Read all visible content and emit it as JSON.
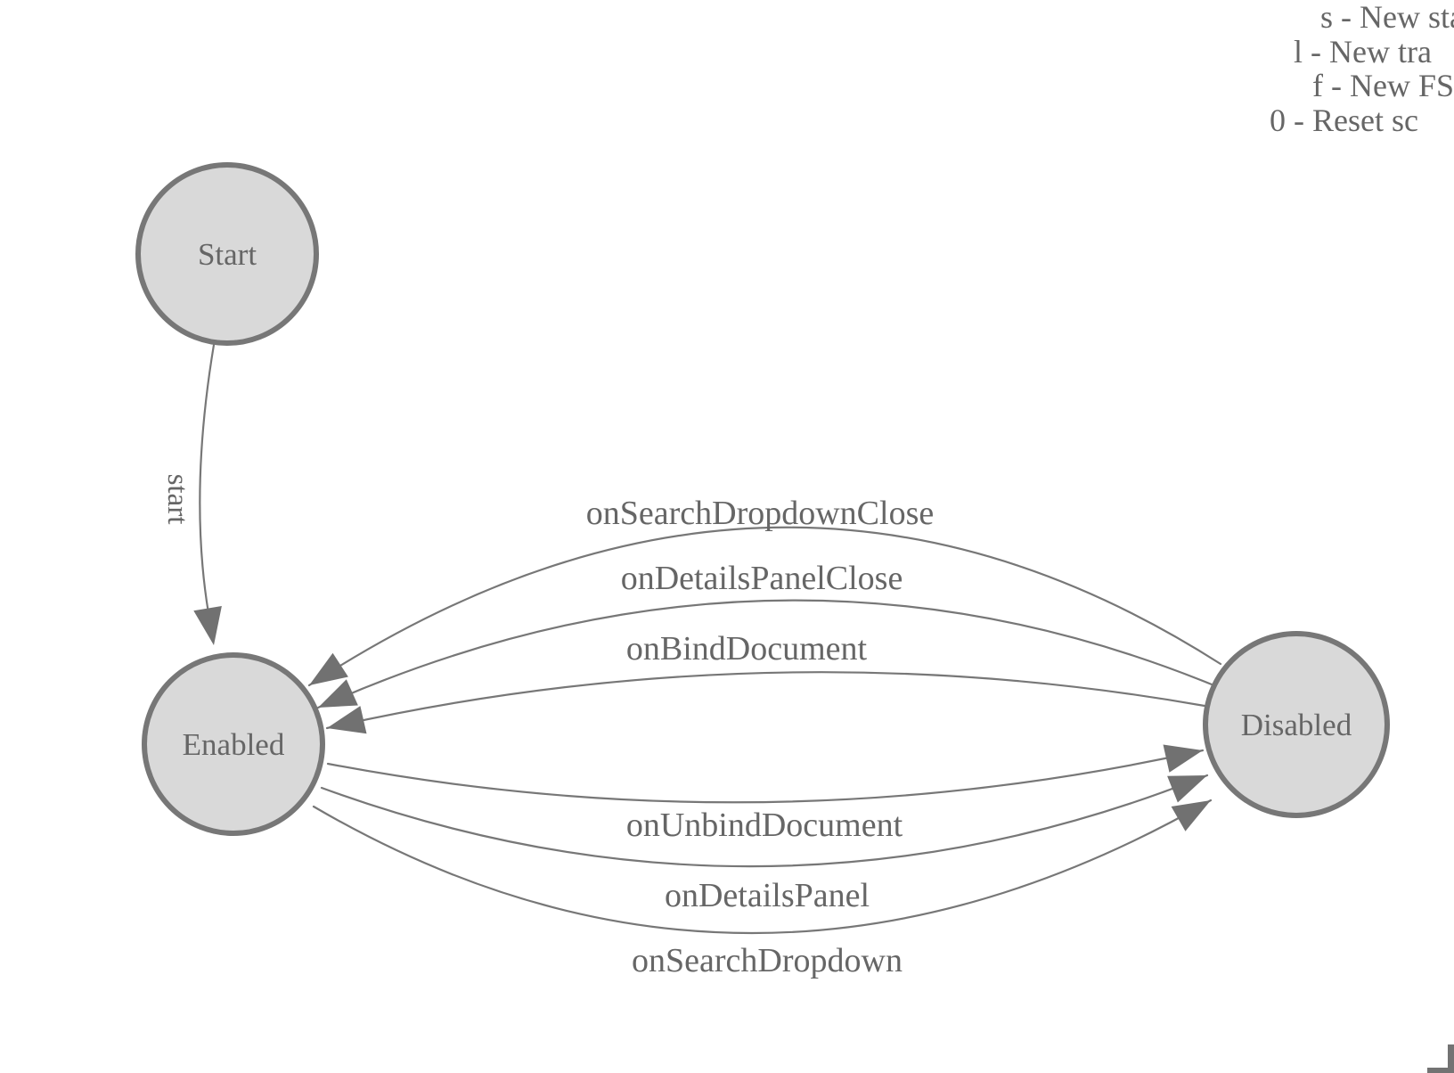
{
  "colors": {
    "background": "#ffffff",
    "state_fill": "#d9d9d9",
    "state_stroke": "#777777",
    "edge_stroke": "#777777",
    "arrow_fill": "#717171",
    "text": "#666666",
    "corner_shape": "#737373"
  },
  "legend": {
    "line1": "s - New sta",
    "line2": "l - New tra",
    "line3": "f - New FS",
    "line4": "0 - Reset sc"
  },
  "diagram": {
    "type": "finite-state-machine",
    "states": {
      "start": {
        "label": "Start"
      },
      "enabled": {
        "label": "Enabled"
      },
      "disabled": {
        "label": "Disabled"
      }
    },
    "transitions": {
      "start": {
        "label": "start",
        "from": "Start",
        "to": "Enabled"
      },
      "onSearchDropdownClose": {
        "label": "onSearchDropdownClose",
        "from": "Disabled",
        "to": "Enabled"
      },
      "onDetailsPanelClose": {
        "label": "onDetailsPanelClose",
        "from": "Disabled",
        "to": "Enabled"
      },
      "onBindDocument": {
        "label": "onBindDocument",
        "from": "Disabled",
        "to": "Enabled"
      },
      "onUnbindDocument": {
        "label": "onUnbindDocument",
        "from": "Enabled",
        "to": "Disabled"
      },
      "onDetailsPanel": {
        "label": "onDetailsPanel",
        "from": "Enabled",
        "to": "Disabled"
      },
      "onSearchDropdown": {
        "label": "onSearchDropdown",
        "from": "Enabled",
        "to": "Disabled"
      }
    }
  }
}
